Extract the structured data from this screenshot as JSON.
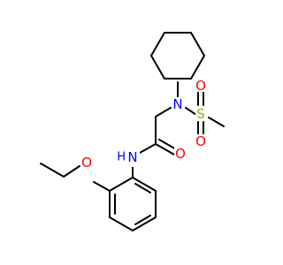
{
  "molecule": {
    "atoms": {
      "n_sulfonamide": {
        "symbol": "N",
        "color": "#0000ff"
      },
      "s_sulfonyl": {
        "symbol": "S",
        "color": "#b2a500"
      },
      "o_sulfonyl_top": {
        "symbol": "O",
        "color": "#ff0000"
      },
      "o_sulfonyl_bottom": {
        "symbol": "O",
        "color": "#ff0000"
      },
      "o_carbonyl": {
        "symbol": "O",
        "color": "#ff0000"
      },
      "n_amide": {
        "symbol": "N",
        "color": "#0000ff"
      },
      "h_amide": {
        "symbol": "H",
        "color": "#0000ff"
      },
      "o_ether": {
        "symbol": "O",
        "color": "#ff0000"
      }
    }
  }
}
